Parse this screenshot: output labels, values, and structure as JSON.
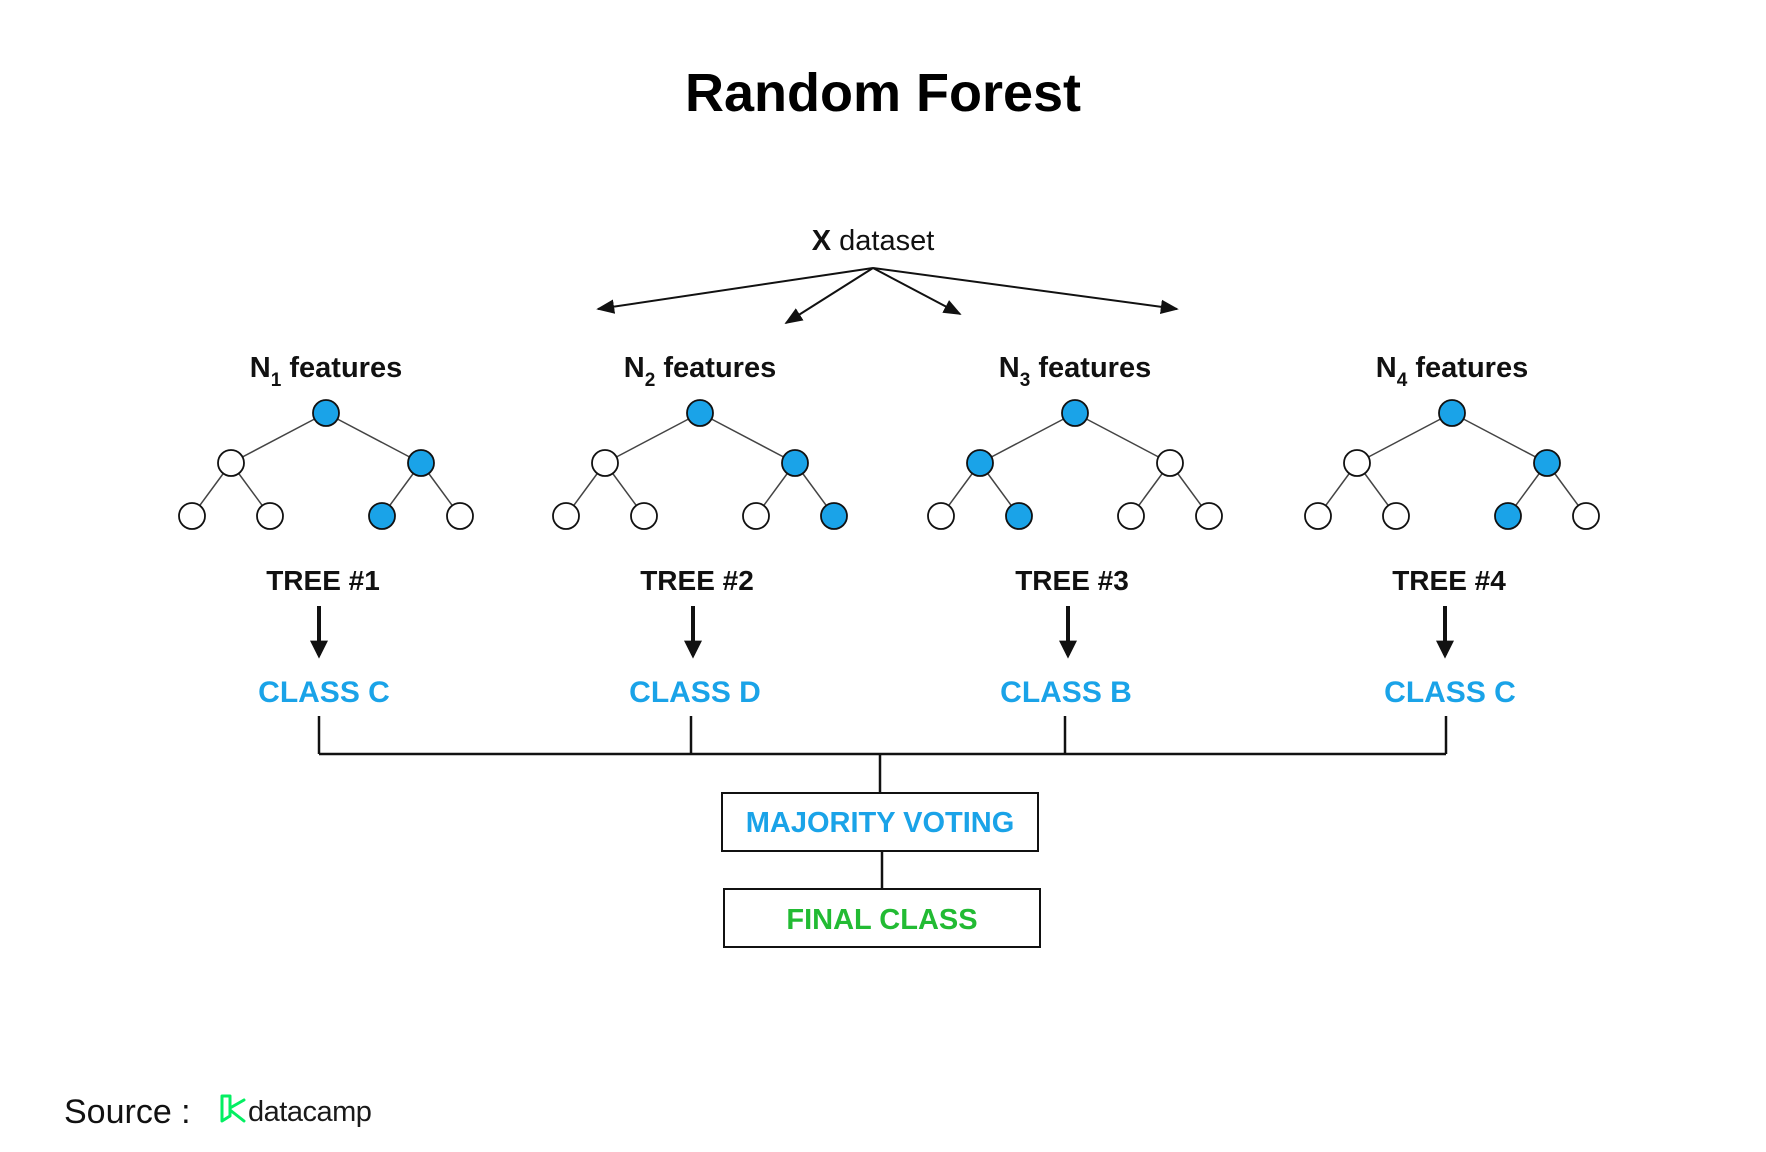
{
  "title": "Random Forest",
  "source": {
    "label": "Source :",
    "logo_text": "datacamp",
    "logo_color": "#03EF62"
  },
  "dataset": {
    "bold": "X",
    "label": " dataset"
  },
  "colors": {
    "filled_node": "#1aa3e8",
    "class_text": "#1aa3e8",
    "final_text": "#22bb33"
  },
  "trees": [
    {
      "feat_n": "N",
      "feat_sub": "1",
      "feat_label": " features",
      "name": "TREE #1",
      "class": "CLASS C",
      "filled": [
        true,
        false,
        true,
        false,
        false,
        true,
        false
      ]
    },
    {
      "feat_n": "N",
      "feat_sub": "2",
      "feat_label": " features",
      "name": "TREE #2",
      "class": "CLASS D",
      "filled": [
        true,
        false,
        true,
        false,
        false,
        false,
        true
      ]
    },
    {
      "feat_n": "N",
      "feat_sub": "3",
      "feat_label": " features",
      "name": "TREE #3",
      "class": "CLASS B",
      "filled": [
        true,
        true,
        false,
        false,
        true,
        false,
        false
      ]
    },
    {
      "feat_n": "N",
      "feat_sub": "4",
      "feat_label": " features",
      "name": "TREE #4",
      "class": "CLASS C",
      "filled": [
        true,
        false,
        true,
        false,
        false,
        true,
        false
      ]
    }
  ],
  "majority_voting": "MAJORITY VOTING",
  "final_class": "FINAL CLASS"
}
